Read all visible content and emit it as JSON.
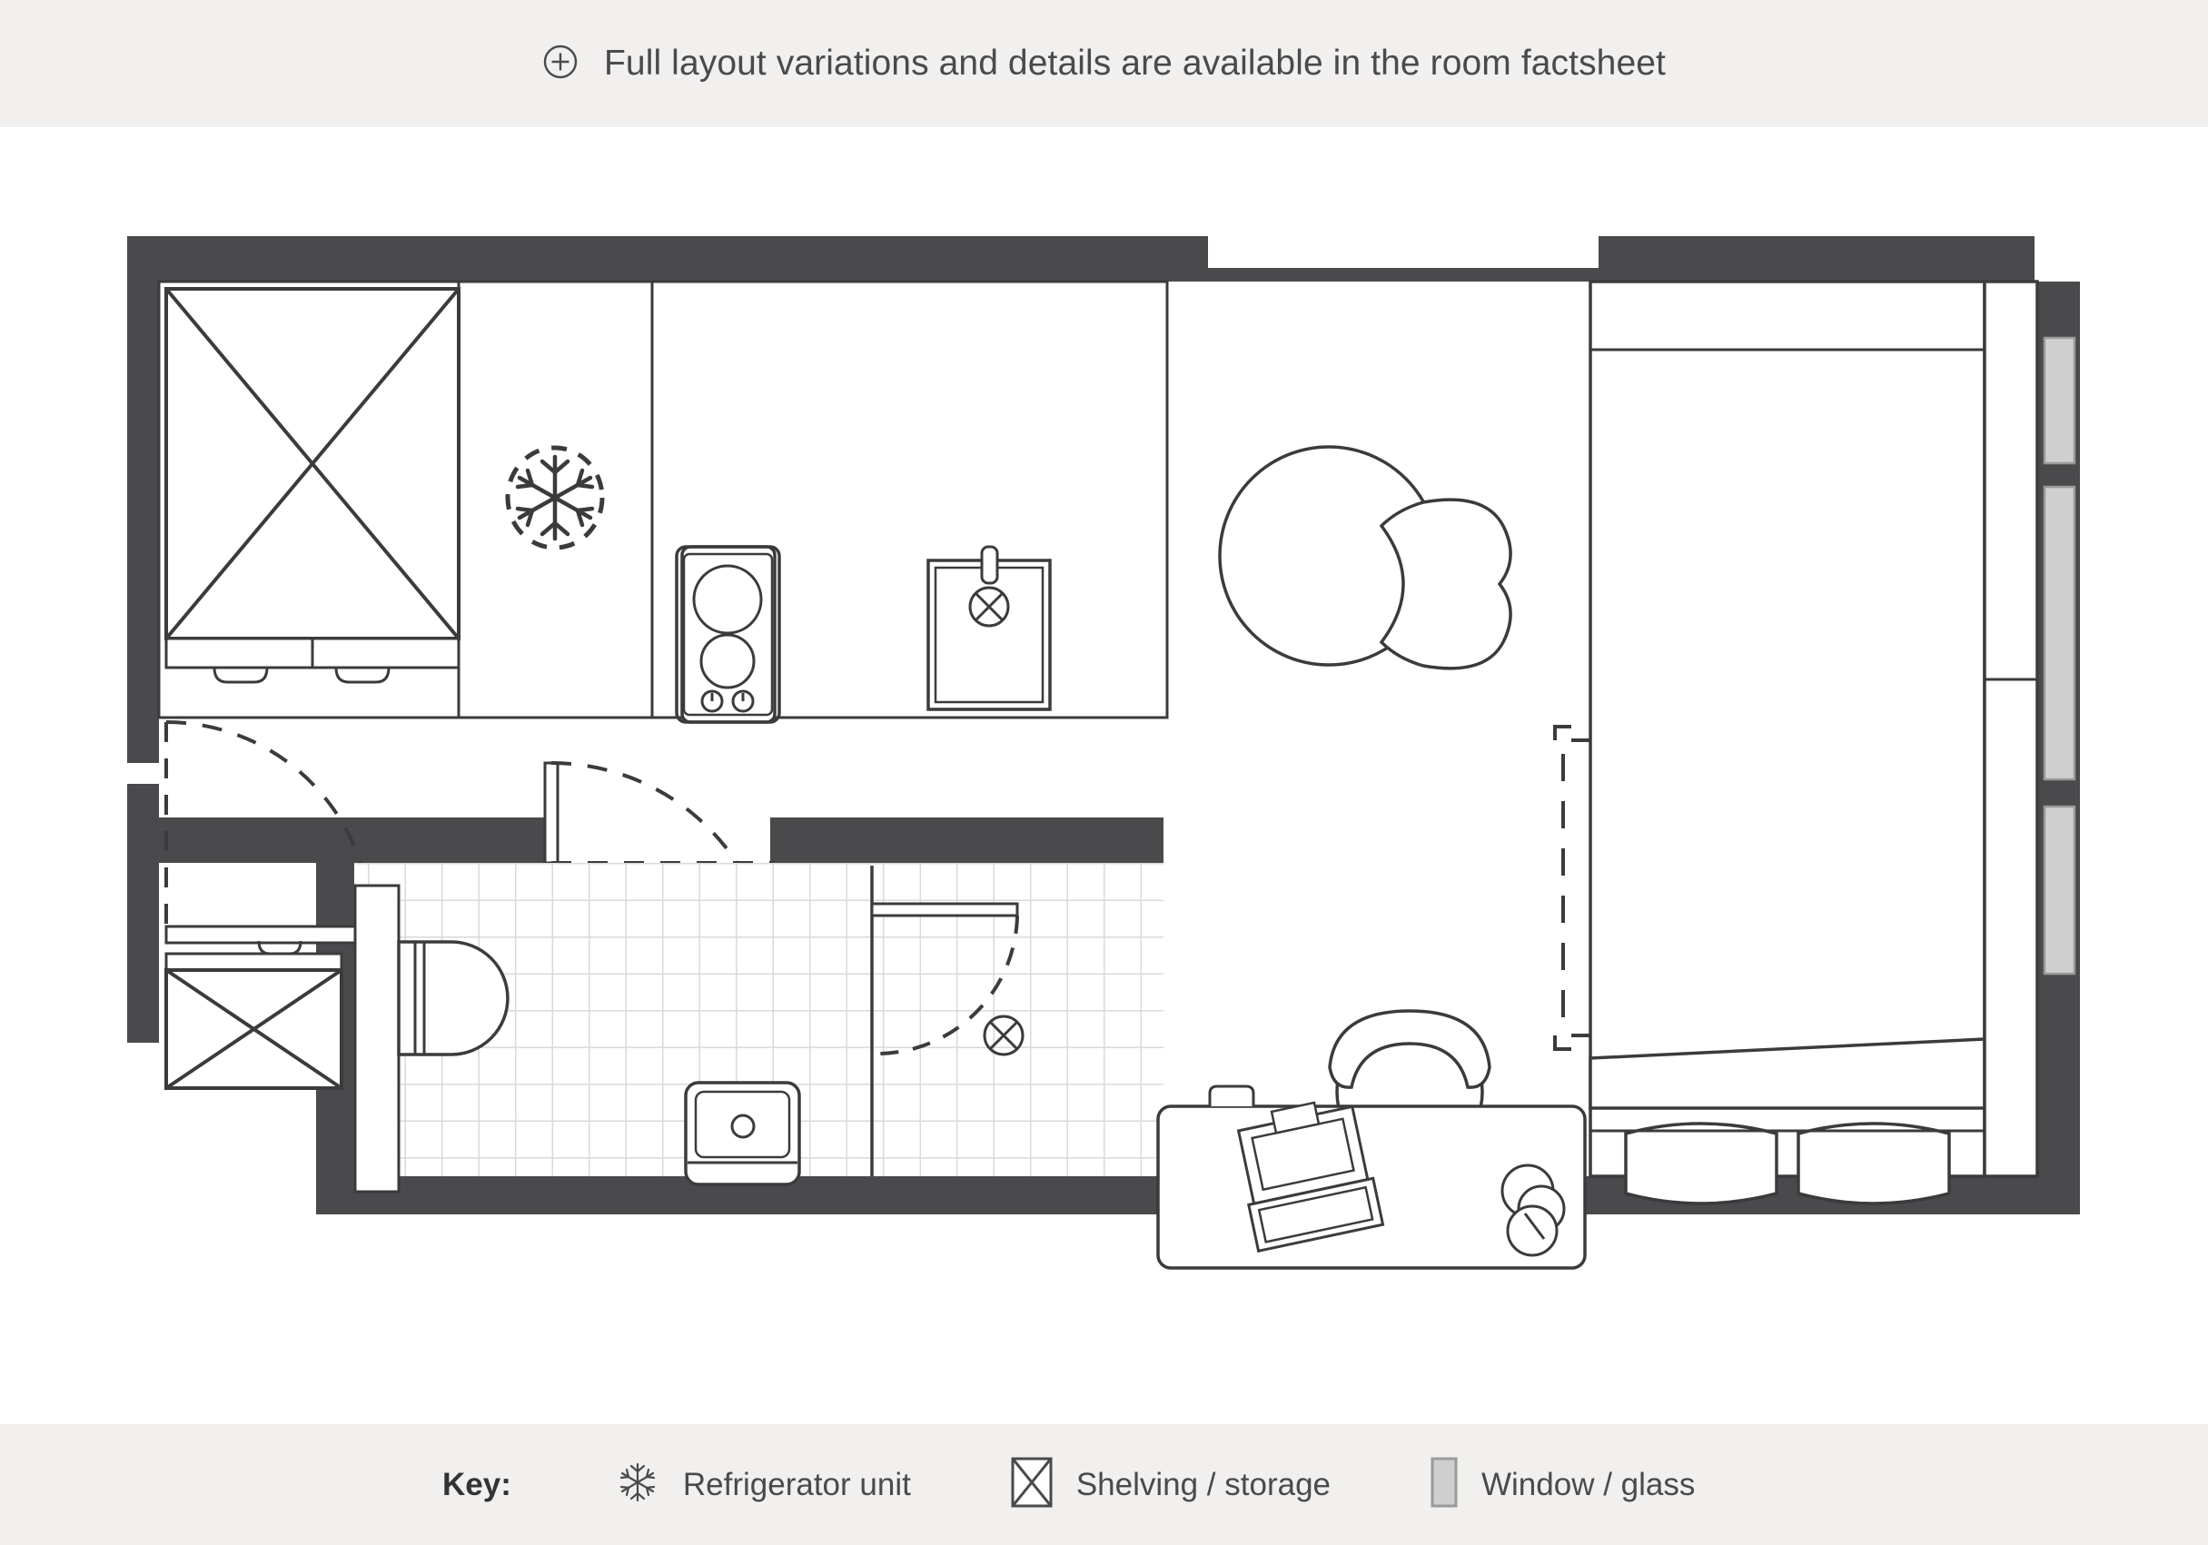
{
  "notice": {
    "icon": "plus-circle-icon",
    "text": "Full layout variations and details are available in the room factsheet"
  },
  "key": {
    "title": "Key:",
    "items": [
      {
        "icon": "snowflake-icon",
        "label": "Refrigerator unit"
      },
      {
        "icon": "shelving-box-icon",
        "label": "Shelving / storage"
      },
      {
        "icon": "window-glass-icon",
        "label": "Window / glass"
      }
    ]
  },
  "colors": {
    "page_background": "#ffffff",
    "band_background": "#f1f0ee",
    "wall_fill": "#4a4a4c",
    "line_stroke": "#3b3b3d",
    "tile_grid": "#d9d9d9",
    "window_glass": "#cfcfcf",
    "text": "#4a4a4c"
  },
  "floorplan": {
    "title": "studio room floor plan",
    "rooms": [
      {
        "name": "kitchenette",
        "location": "top-left"
      },
      {
        "name": "bathroom",
        "location": "bottom-centre-left"
      },
      {
        "name": "bedroom-living",
        "location": "right"
      }
    ],
    "fixtures": [
      {
        "name": "shelving-unit-upper",
        "type": "shelving",
        "location": "kitchen-left"
      },
      {
        "name": "shelving-unit-lower",
        "type": "shelving",
        "location": "entry-left"
      },
      {
        "name": "refrigerator",
        "type": "appliance",
        "location": "kitchen-run"
      },
      {
        "name": "cooktop",
        "type": "appliance",
        "burners": 2,
        "knobs": 2
      },
      {
        "name": "kitchen-sink",
        "type": "plumbing",
        "has_faucet": true,
        "has_drain": true
      },
      {
        "name": "entrance-door",
        "type": "door",
        "swing": "inward-right"
      },
      {
        "name": "bathroom-door",
        "type": "door",
        "swing": "inward-right"
      },
      {
        "name": "toilet",
        "type": "plumbing",
        "location": "bathroom-left"
      },
      {
        "name": "washbasin",
        "type": "plumbing",
        "location": "bathroom-centre"
      },
      {
        "name": "shower-enclosure",
        "type": "plumbing",
        "has_drain": true,
        "has_door": true
      },
      {
        "name": "armchair",
        "type": "furniture",
        "location": "living-top"
      },
      {
        "name": "desk",
        "type": "furniture",
        "location": "living-bottom"
      },
      {
        "name": "laptop",
        "type": "equipment",
        "location": "on-desk"
      },
      {
        "name": "desk-chair",
        "type": "furniture",
        "location": "at-desk"
      },
      {
        "name": "double-bed",
        "type": "furniture",
        "pillows": 2
      },
      {
        "name": "wardrobe",
        "type": "storage",
        "location": "right-of-bed"
      },
      {
        "name": "windows",
        "type": "glazing",
        "count": 3,
        "location": "right-wall"
      }
    ]
  }
}
